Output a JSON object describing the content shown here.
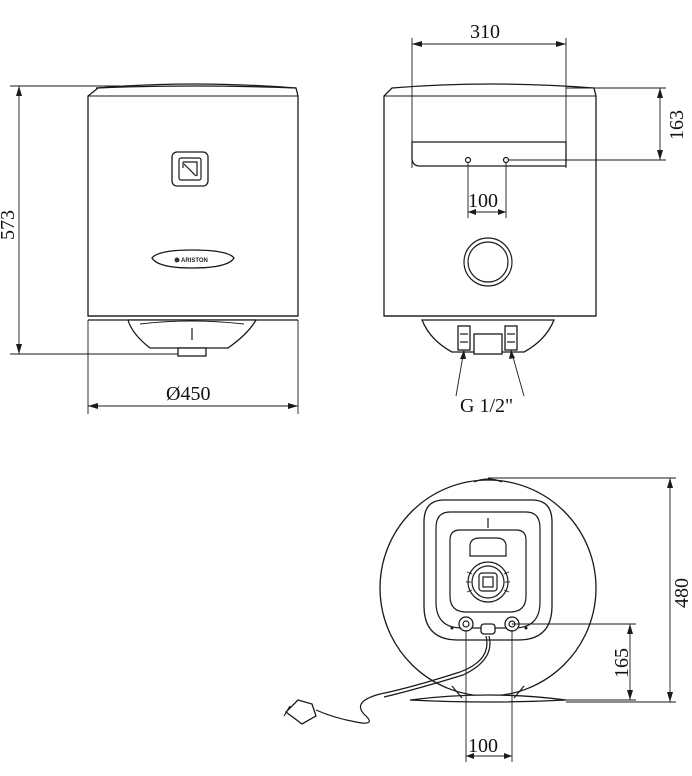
{
  "dimensions": {
    "height": "573",
    "diameter": "Ø450",
    "width_bracket": "310",
    "bracket_offset": "163",
    "bracket_holes": "100",
    "pipe_thread": "G 1/2\"",
    "depth": "480",
    "pipe_height": "165",
    "pipe_spacing": "100"
  },
  "brand": "ARISTON"
}
